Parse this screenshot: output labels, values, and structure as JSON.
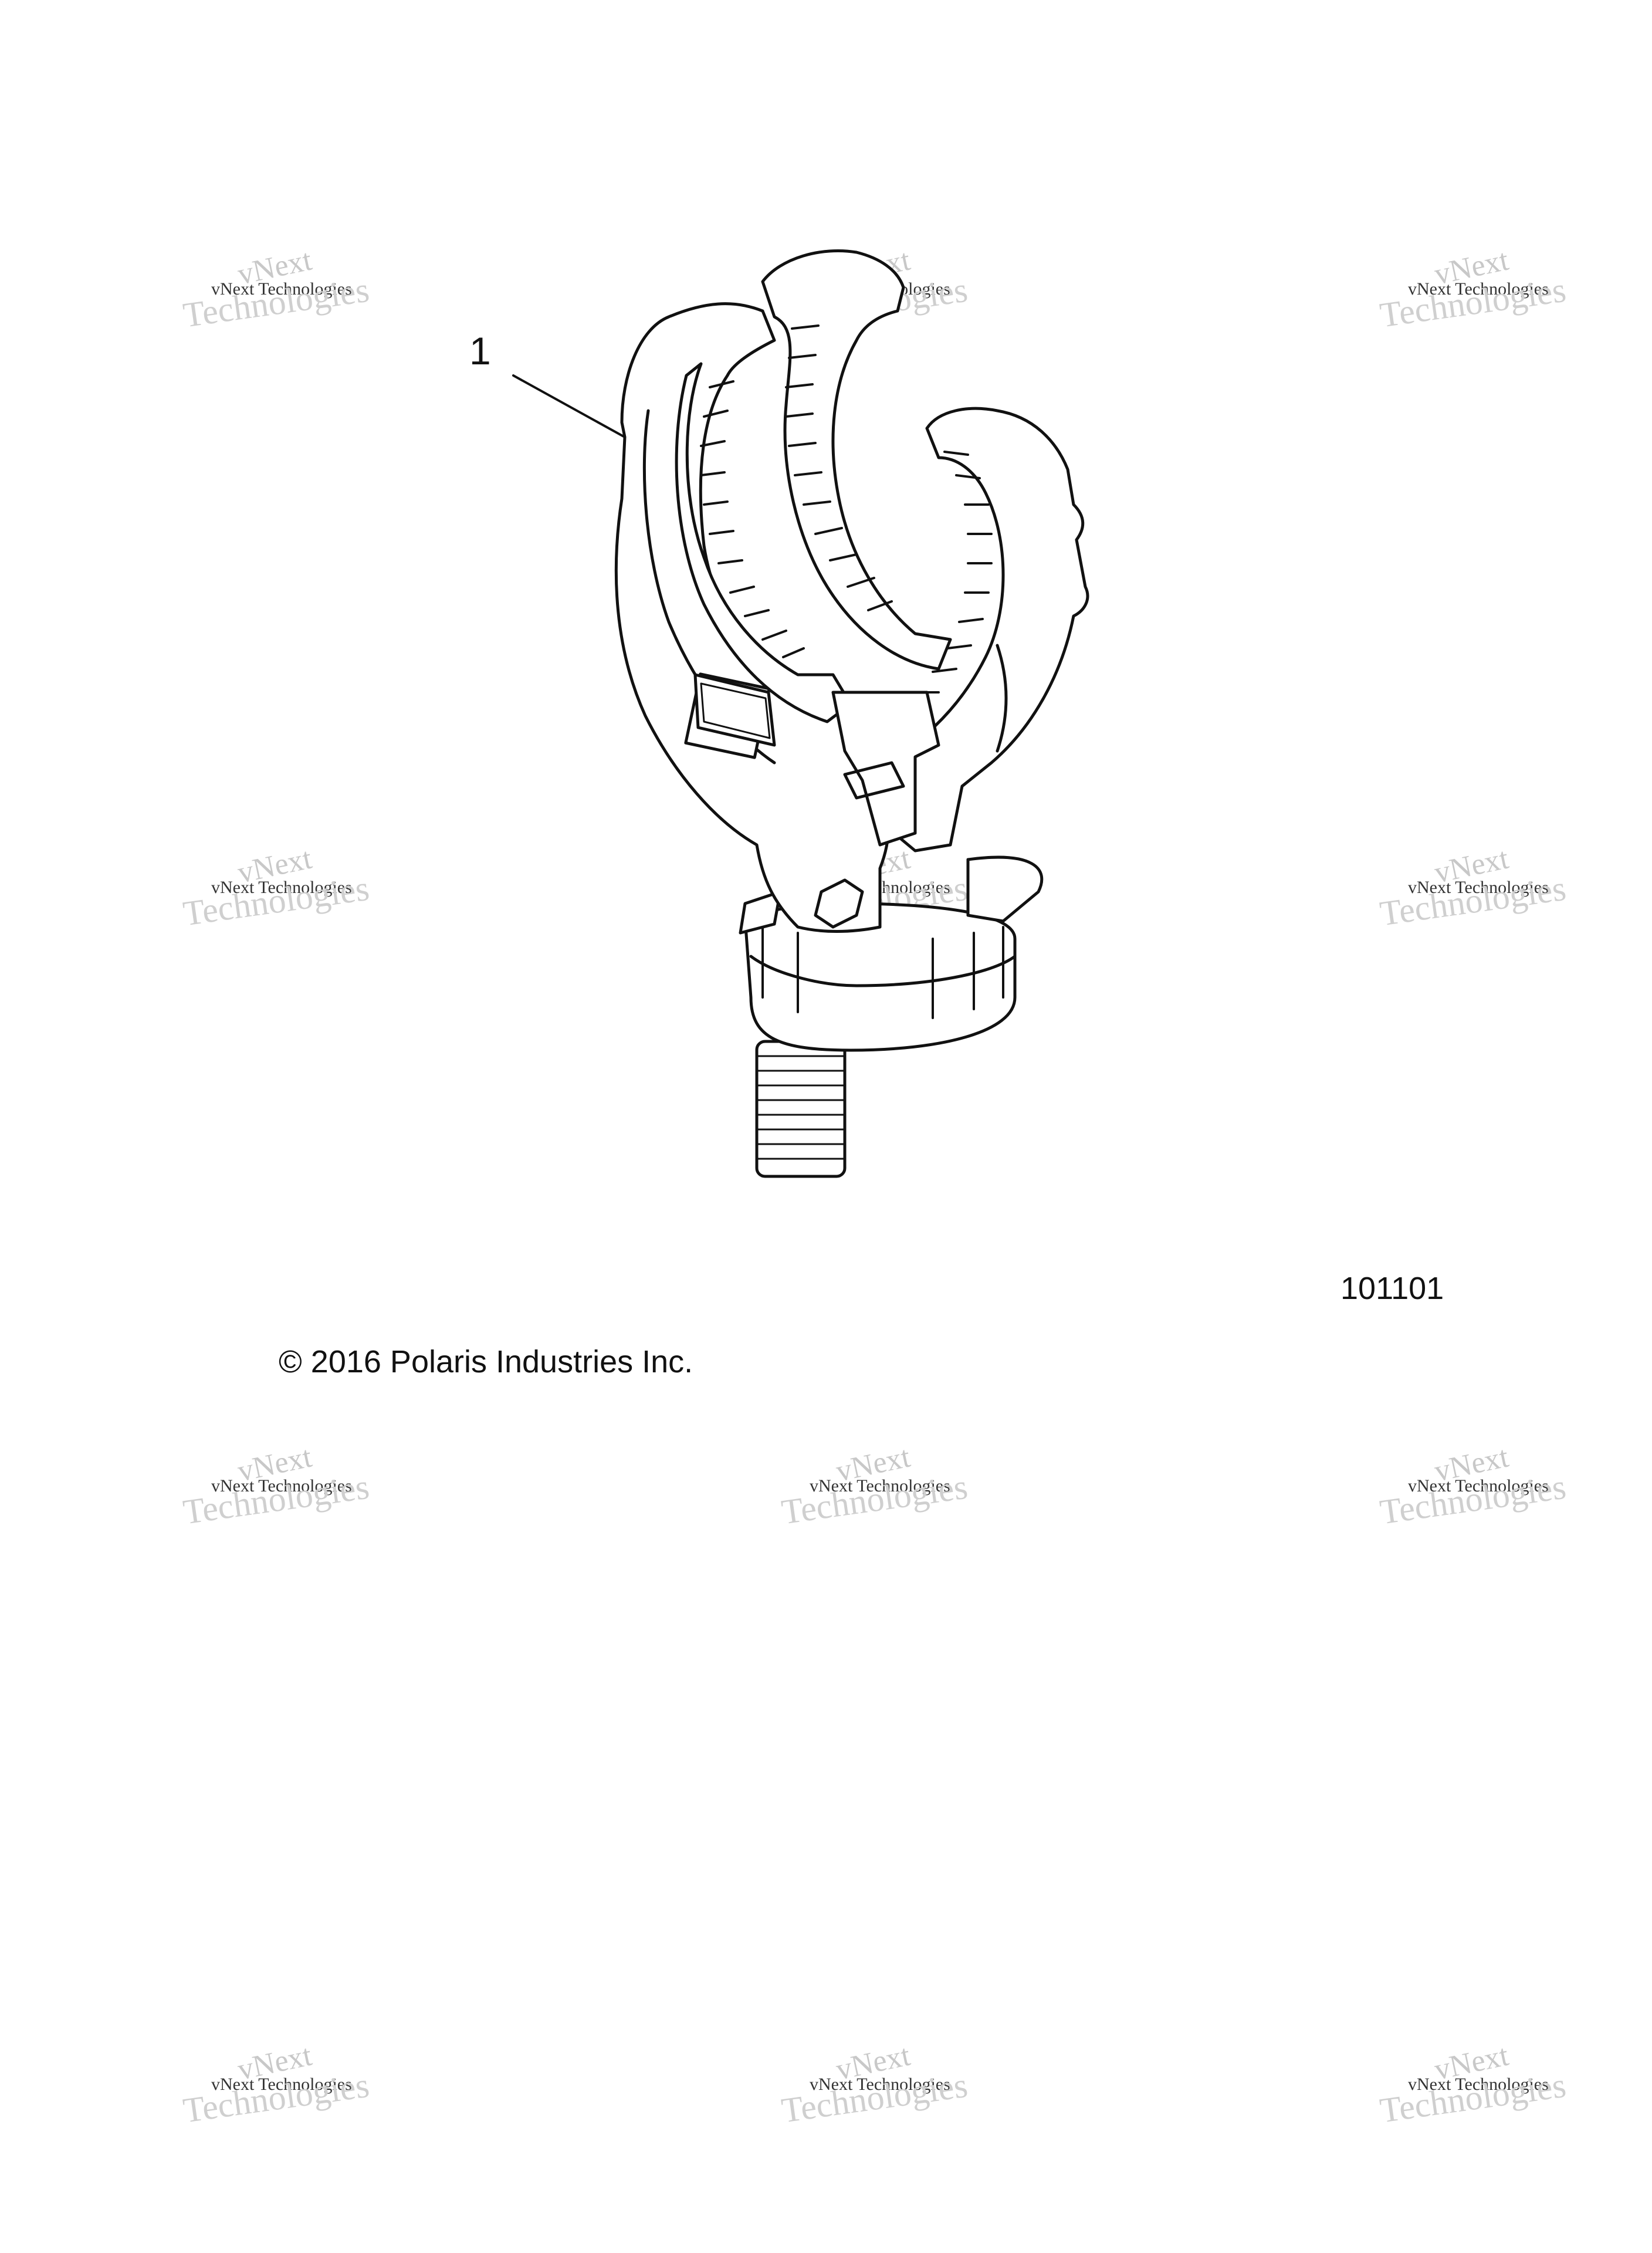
{
  "diagram": {
    "callout_number": "1",
    "figure_number": "101101",
    "copyright": "© 2016 Polaris Industries Inc.",
    "part_name_icon": "utility-holder-clamp-icon"
  },
  "watermark": {
    "line1": "vNext",
    "line2": "vNext Technologies",
    "line3": "Technologies"
  },
  "colors": {
    "line": "#111111",
    "watermark_light": "#c8c8c8",
    "watermark_dark": "#333333"
  }
}
